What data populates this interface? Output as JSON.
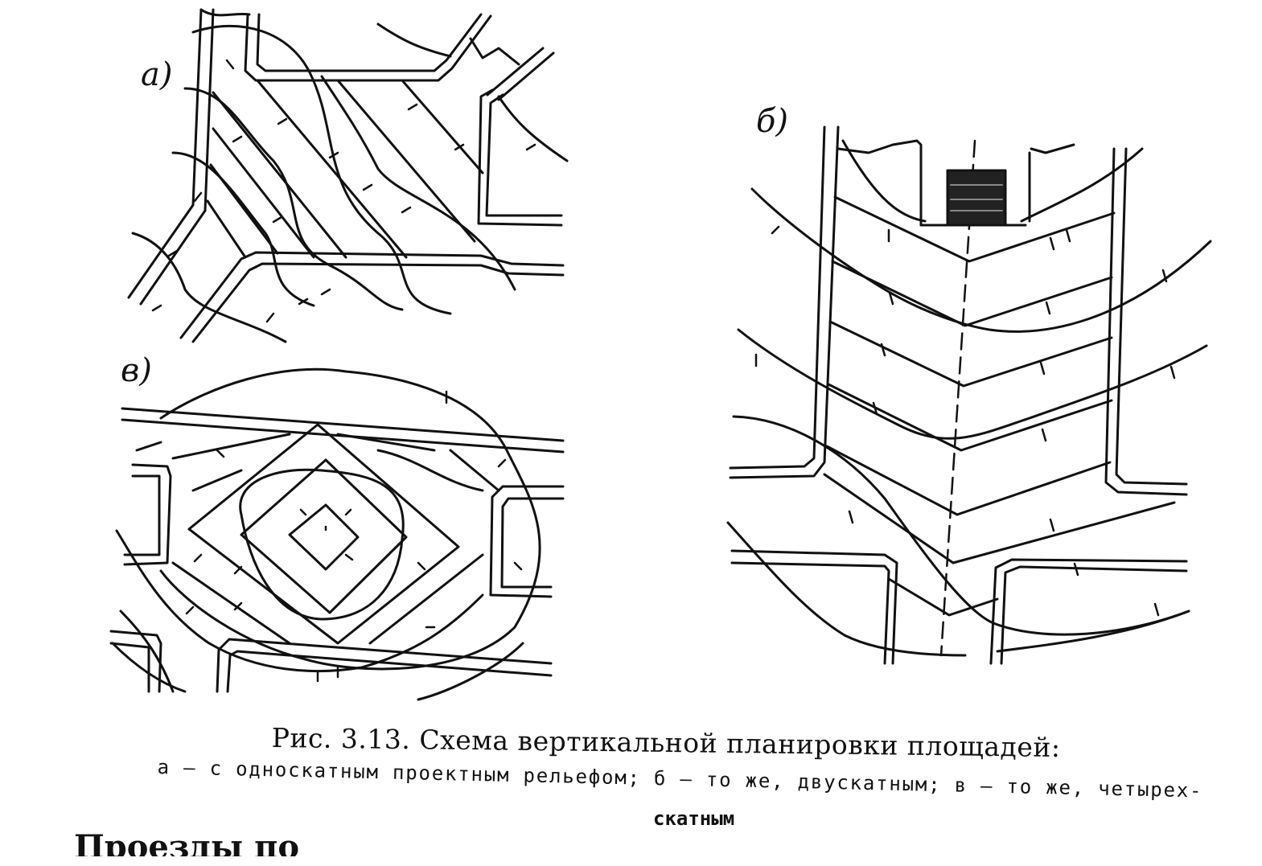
{
  "panels": [
    {
      "id": "a",
      "label": "а)"
    },
    {
      "id": "b",
      "label": "б)"
    },
    {
      "id": "v",
      "label": "в)"
    }
  ],
  "caption": {
    "title": "Рис. 3.13. Схема вертикальной планировки площадей:",
    "legend_line": "а — с односкатным проектным рельефом; б — то же, двускатным; в — то же, четырех-",
    "legend_cont": "скатным"
  },
  "body_text": "Проезды по",
  "colors": {
    "ink": "#111111",
    "paper": "#ffffff"
  }
}
